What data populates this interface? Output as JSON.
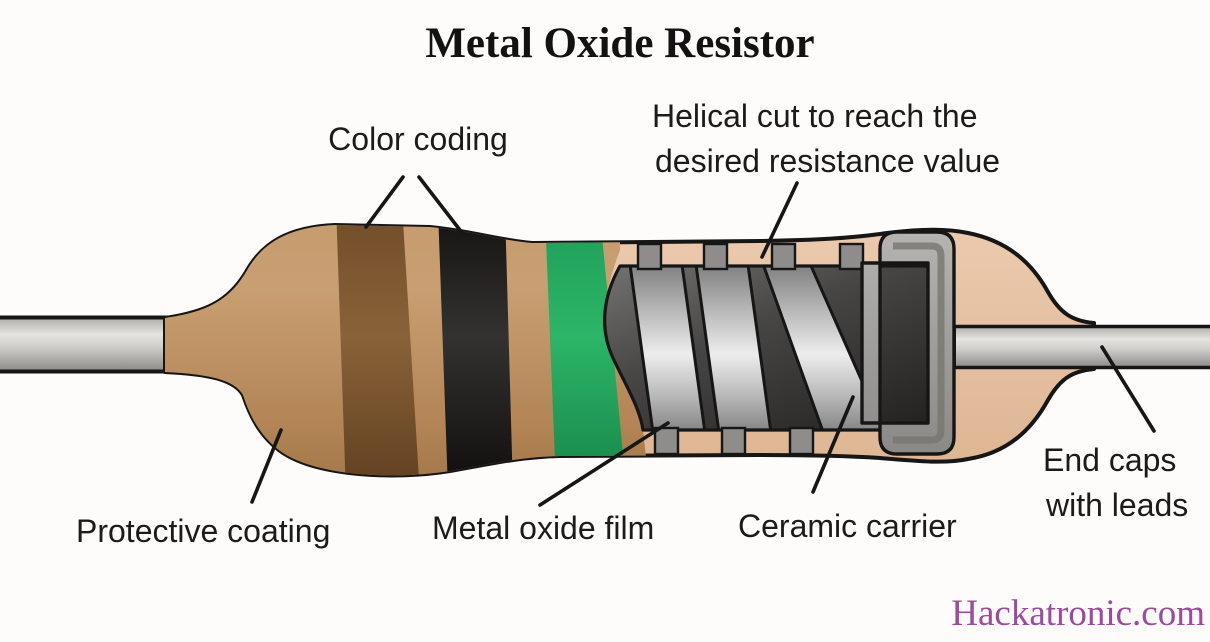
{
  "title": "Metal Oxide Resistor",
  "watermark": "Hackatronic.com",
  "labels": {
    "color_coding": "Color coding",
    "helical_line1": "Helical cut to reach the",
    "helical_line2": "desired resistance value",
    "protective_coating": "Protective coating",
    "metal_oxide_film": "Metal oxide film",
    "ceramic_carrier": "Ceramic carrier",
    "end_caps_line1": "End caps",
    "end_caps_line2": "with leads"
  },
  "diagram": {
    "component": "Metal oxide resistor cutaway diagram",
    "parts": [
      "Color coding bands",
      "Helical cut metal oxide film",
      "Protective coating",
      "Metal oxide film",
      "Ceramic carrier",
      "End caps with leads"
    ],
    "band_colors": [
      {
        "name": "brown-band",
        "hex": "#7a5530"
      },
      {
        "name": "black-band",
        "hex": "#1a1815"
      },
      {
        "name": "green-band",
        "hex": "#21a35d"
      }
    ],
    "colors": {
      "body_tan": "#c09468",
      "coating_cross_section": "#e6c2a4",
      "ceramic_dark": "#383634",
      "metal_film_silver": "#d9d9d9",
      "lead_silver": "#c9c7c3",
      "outline": "#161616",
      "watermark_purple": "#9b4a9e",
      "background": "#fdfcfa"
    }
  }
}
